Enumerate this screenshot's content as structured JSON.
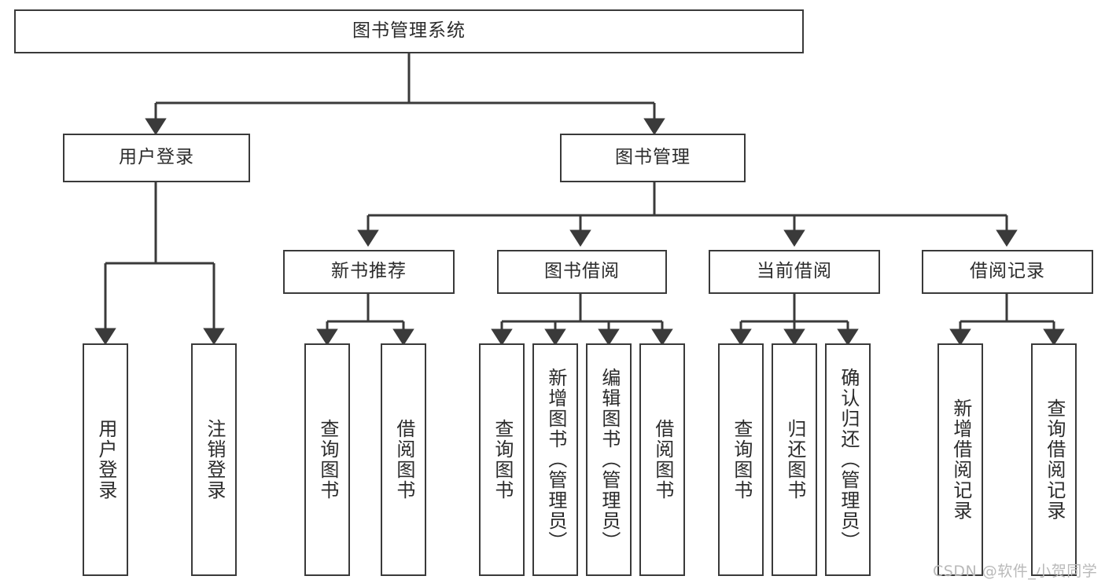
{
  "diagram": {
    "title": "图书管理系统",
    "type": "tree-hierarchy-chart",
    "watermark": "CSDN @软件_小贺同学",
    "line_color": "#3a3a3a",
    "box_fill": "#ffffff",
    "text_color": "#2b2b2b",
    "root": {
      "label": "图书管理系统"
    },
    "level1": [
      {
        "label": "用户登录"
      },
      {
        "label": "图书管理"
      }
    ],
    "level2": [
      {
        "label": "新书推荐"
      },
      {
        "label": "图书借阅"
      },
      {
        "label": "当前借阅"
      },
      {
        "label": "借阅记录"
      }
    ],
    "leaves": {
      "user_login": [
        {
          "label": "用户登录"
        },
        {
          "label": "注销登录"
        }
      ],
      "new_book_recommend": [
        {
          "label": "查询图书"
        },
        {
          "label": "借阅图书"
        }
      ],
      "book_borrow": [
        {
          "label": "查询图书"
        },
        {
          "label": "新增图书（管理员）"
        },
        {
          "label": "编辑图书（管理员）"
        },
        {
          "label": "借阅图书"
        }
      ],
      "current_borrow": [
        {
          "label": "查询图书"
        },
        {
          "label": "归还图书"
        },
        {
          "label": "确认归还（管理员）"
        }
      ],
      "borrow_record": [
        {
          "label": "新增借阅记录"
        },
        {
          "label": "查询借阅记录"
        }
      ]
    }
  }
}
